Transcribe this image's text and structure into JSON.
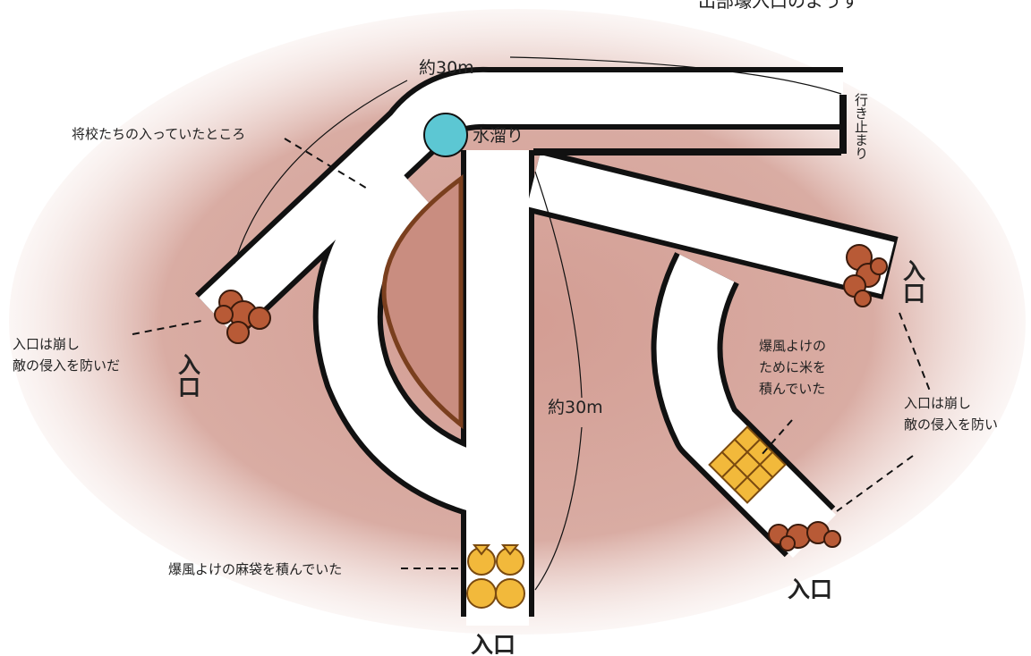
{
  "title": "出部壕入口のようす",
  "labels": {
    "top_distance": "約30m",
    "mid_distance": "約30m",
    "officers": "将校たちの入っていたところ",
    "puddle": "水溜り",
    "dead_end": "行き止まり",
    "entrance_left": "入口",
    "entrance_right": "入口",
    "entrance_bottom": "入口",
    "entrance_bottom_right": "入口",
    "left_note_1": "入口は崩し",
    "left_note_2": "敵の侵入を防いだ",
    "right_note_1": "入口は崩し",
    "right_note_2": "敵の侵入を防い",
    "rice_1": "爆風よけの",
    "rice_2": "ために米を",
    "rice_3": "積んでいた",
    "sandbags": "爆風よけの麻袋を積んでいた"
  },
  "colors": {
    "ground": "#d9aca3",
    "tunnel": "#ffffff",
    "wall": "#111111",
    "puddle": "#5cc7d3",
    "rock": "#b85a36",
    "rice": "#f2b93b",
    "bag": "#f2b93b",
    "pillar_edge": "#7a3f1e"
  },
  "icons": [
    "puddle-icon",
    "rubble-icon",
    "rice-crate-icon",
    "sandbag-icon"
  ]
}
